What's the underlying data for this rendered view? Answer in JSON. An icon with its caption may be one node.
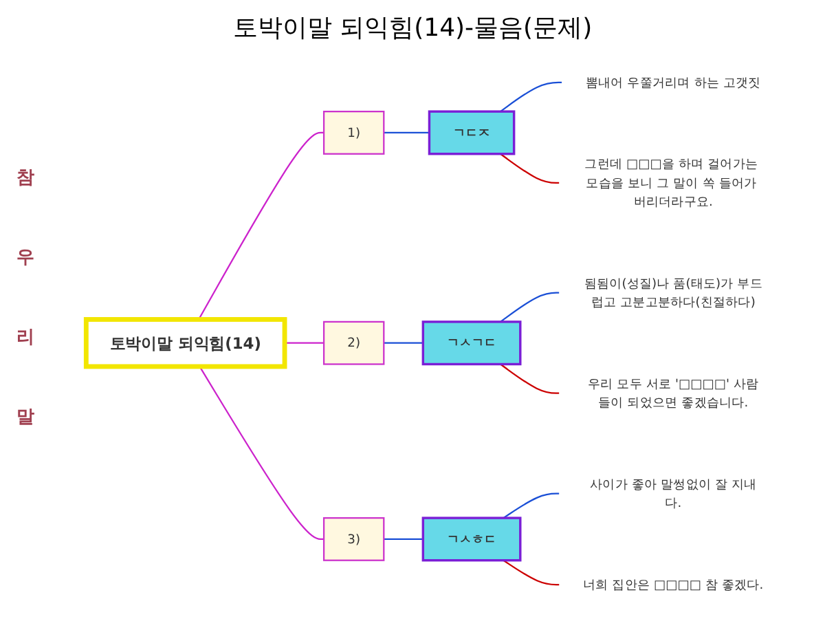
{
  "diagram": {
    "title": "토박이말 되익힘(14)-물음(문제)",
    "nodes": [
      {
        "text": [
          "토박이말 되익힘(14)"
        ]
      },
      {
        "text": [
          "1)"
        ]
      },
      {
        "text": [
          "ㄱㄷㅈ"
        ]
      },
      {
        "text": [
          "뽐내어 우쭐거리며 하는 고갯짓"
        ]
      },
      {
        "text": [
          "그런데 □□□을 하며 걸어가는 모습을 보니 그 말이 쏙 들어가 버리더라구요."
        ]
      },
      {
        "text": [
          "2)"
        ]
      },
      {
        "text": [
          "ㄱㅅㄱㄷ"
        ]
      },
      {
        "text": [
          "됨됨이(성질)나 품(태도)가 부드럽고 고분고분하다(친절하다)"
        ]
      },
      {
        "text": [
          "우리 모두 서로 '□□□□' 사람들이 되었으면 좋겠습니다."
        ]
      },
      {
        "text": [
          "3)"
        ]
      },
      {
        "text": [
          "ㄱㅅㅎㄷ"
        ]
      },
      {
        "text": [
          "사이가 좋아 말썽없이 잘 지내다."
        ]
      },
      {
        "text": [
          "너희 집안은 □□□□ 참 좋겠다."
        ]
      }
    ],
    "edges": [
      {
        "from": 0,
        "to": 1,
        "arrow": "none",
        "color": "#cc22cc"
      },
      {
        "from": 1,
        "to": 2,
        "arrow": "none"
      },
      {
        "from": 2,
        "to": 3,
        "arrow": "none"
      },
      {
        "from": 2,
        "to": 4,
        "arrow": "none",
        "color": "#cc0000"
      },
      {
        "from": 0,
        "to": 5,
        "arrow": "none",
        "color": "#cc22cc"
      },
      {
        "from": 5,
        "to": 6,
        "arrow": "none"
      },
      {
        "from": 6,
        "to": 7,
        "arrow": "none"
      },
      {
        "from": 6,
        "to": 8,
        "arrow": "none",
        "color": "#cc0000"
      },
      {
        "from": 0,
        "to": 9,
        "arrow": "none",
        "color": "#cc22cc"
      },
      {
        "from": 9,
        "to": 10,
        "arrow": "none"
      },
      {
        "from": 10,
        "to": 11,
        "arrow": "none"
      },
      {
        "from": 10,
        "to": 12,
        "arrow": "none",
        "color": "#cc0000"
      }
    ],
    "labels": [
      "참",
      "우",
      "리",
      "말"
    ]
  }
}
